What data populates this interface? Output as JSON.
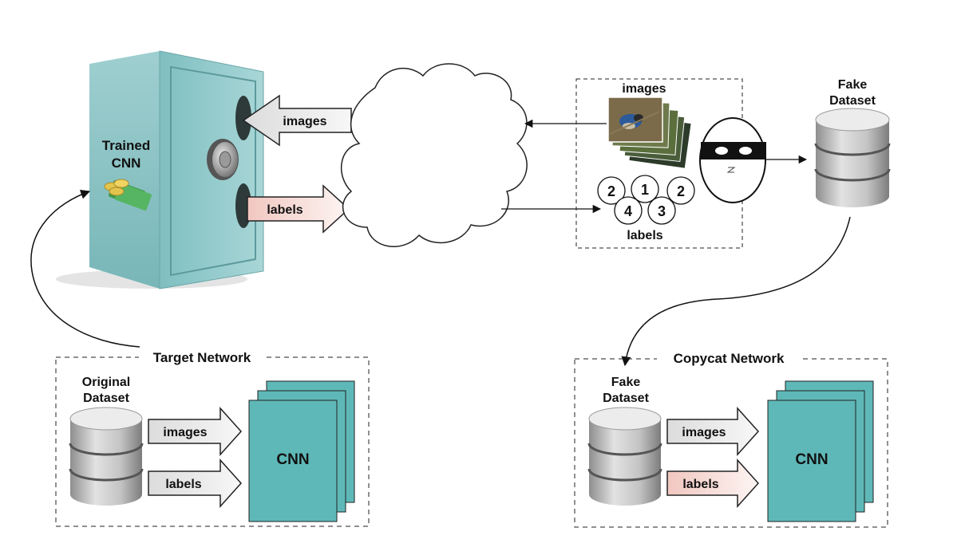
{
  "safe": {
    "title_line1": "Trained",
    "title_line2": "CNN",
    "arrow_in_label": "images",
    "arrow_out_label": "labels"
  },
  "query_box": {
    "images_label": "images",
    "labels_label": "labels",
    "label_numbers": [
      "2",
      "1",
      "2",
      "4",
      "3"
    ]
  },
  "fake_dataset_top": {
    "line1": "Fake",
    "line2": "Dataset"
  },
  "target_network": {
    "title": "Target Network",
    "dataset_line1": "Original",
    "dataset_line2": "Dataset",
    "images_label": "images",
    "labels_label": "labels",
    "cnn_label": "CNN"
  },
  "copycat_network": {
    "title": "Copycat Network",
    "dataset_line1": "Fake",
    "dataset_line2": "Dataset",
    "images_label": "images",
    "labels_label": "labels",
    "cnn_label": "CNN"
  },
  "colors": {
    "safe_front": "#8ec8c9",
    "safe_side": "#6fb0b2",
    "cnn_fill": "#5fb8b8",
    "arrow_plain": "#ececec",
    "arrow_labels_tint": "#f7d9d3",
    "database_gray": "#b9b9b9"
  }
}
